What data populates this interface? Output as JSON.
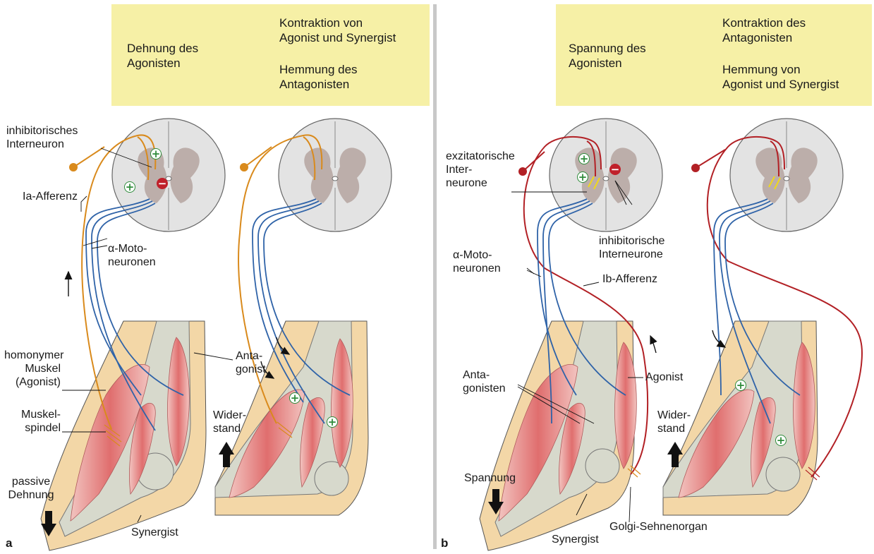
{
  "panel_a": {
    "label": "a",
    "summary": {
      "cause": [
        "Dehnung des",
        "Agonisten"
      ],
      "effect_1": [
        "Kontraktion von",
        "Agonist und Synergist"
      ],
      "effect_2": [
        "Hemmung des",
        "Antagonisten"
      ]
    },
    "labels": {
      "interneuron": [
        "inhibitorisches",
        "Interneuron"
      ],
      "afferent": "Ia-Afferenz",
      "motoneurons": [
        "α-Moto-",
        "neuronen"
      ],
      "homonymous_muscle": [
        "homonymer",
        "Muskel",
        "(Agonist)"
      ],
      "spindle": [
        "Muskel-",
        "spindel"
      ],
      "passive_stretch": [
        "passive",
        "Dehnung"
      ],
      "synergist": "Synergist",
      "antagonist": [
        "Anta-",
        "gonist"
      ],
      "resistance": [
        "Wider-",
        "stand"
      ]
    }
  },
  "panel_b": {
    "label": "b",
    "summary": {
      "cause": [
        "Spannung des",
        "Agonisten"
      ],
      "effect_1": [
        "Kontraktion des",
        "Antagonisten"
      ],
      "effect_2": [
        "Hemmung von",
        "Agonist und Synergist"
      ]
    },
    "labels": {
      "excitatory": [
        "exzitatorische",
        "Inter-",
        "neurone"
      ],
      "inhibitory": [
        "inhibitorische",
        "Interneurone"
      ],
      "motoneurons": [
        "α-Moto-",
        "neuronen"
      ],
      "afferent": "Ib-Afferenz",
      "antagonists": [
        "Anta-",
        "gonisten"
      ],
      "agonist": "Agonist",
      "resistance": [
        "Wider-",
        "stand"
      ],
      "tension": "Spannung",
      "synergist": "Synergist",
      "golgi": "Golgi-Sehnenorgan"
    }
  },
  "signs": {
    "plus": "+",
    "minus": "−"
  },
  "colors": {
    "summary_bg": "#f6f0a6",
    "ia_afferent": "#d98a1c",
    "ib_afferent": "#b22025",
    "motoneuron": "#2f63a8",
    "excitatory": "#2e8b3a",
    "inhibitory": "#c0202a",
    "spinal_cord": "#e3e3e3",
    "grey_matter": "#bcaeaa",
    "skin": "#f3d7a7",
    "bone": "#d7d9cc",
    "muscle": "#e27a7a"
  }
}
